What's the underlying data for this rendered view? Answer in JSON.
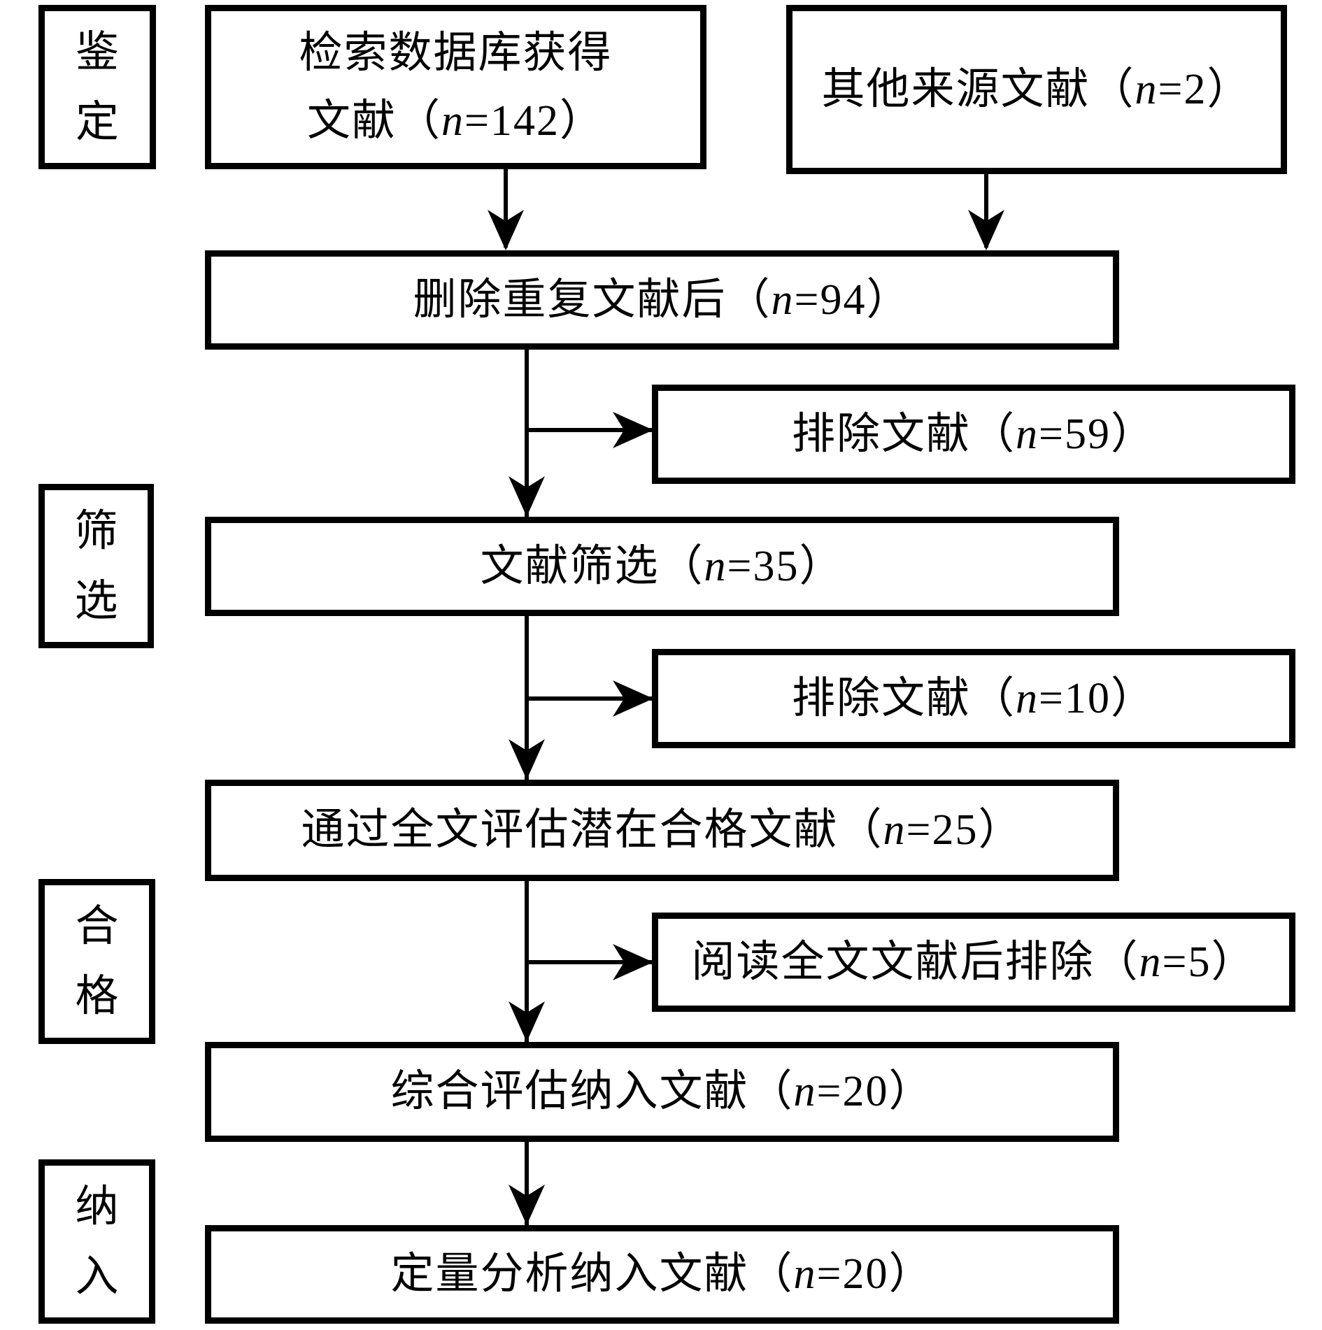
{
  "diagram_title": "literature-screening-flowchart",
  "colors": {
    "ink": "#000000",
    "background": "#ffffff"
  },
  "stages": {
    "identification": "鉴定",
    "screening": "筛选",
    "eligibility": "合格",
    "included": "纳入"
  },
  "boxes": {
    "db_search": {
      "line1": "检索数据库获得",
      "line2": "文献（n=142）"
    },
    "other_sources": "其他来源文献（n=2）",
    "after_dedup": "删除重复文献后（n=94）",
    "excluded_after_dedup": "排除文献（n=59）",
    "screening": "文献筛选（n=35）",
    "excluded_screening": "排除文献（n=10）",
    "fulltext_assessed": "通过全文评估潜在合格文献（n=25）",
    "excluded_fulltext": "阅读全文文献后排除（n=5）",
    "included_comprehensive": "综合评估纳入文献（n=20）",
    "included_quantitative": "定量分析纳入文献（n=20）"
  }
}
